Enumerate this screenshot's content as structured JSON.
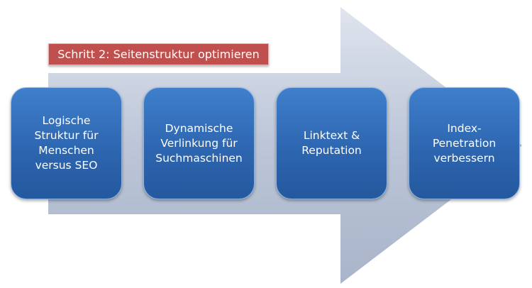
{
  "step_label": "Schritt 2: Seitenstruktur optimieren",
  "colors": {
    "label": "#c0504d",
    "box": "#2c64ae",
    "arrow": "#b9c3d6"
  },
  "steps": [
    {
      "text": "Logische\nStruktur für\nMenschen\nversus SEO"
    },
    {
      "text": "Dynamische\nVerlinkung für\nSuchmaschinen"
    },
    {
      "text": "Linktext &\nReputation"
    },
    {
      "text": "Index-\nPenetration\nverbessern"
    }
  ]
}
